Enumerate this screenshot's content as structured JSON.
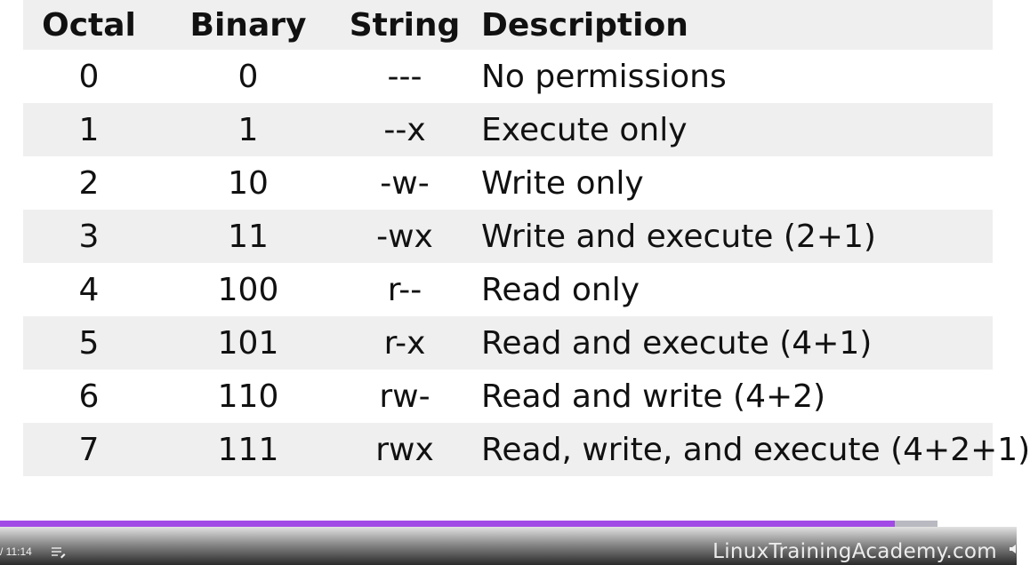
{
  "table": {
    "headers": {
      "octal": "Octal",
      "binary": "Binary",
      "string": "String",
      "description": "Description"
    },
    "rows": [
      {
        "octal": "0",
        "binary": "0",
        "string": "---",
        "description": "No permissions"
      },
      {
        "octal": "1",
        "binary": "1",
        "string": "--x",
        "description": "Execute only"
      },
      {
        "octal": "2",
        "binary": "10",
        "string": "-w-",
        "description": "Write only"
      },
      {
        "octal": "3",
        "binary": "11",
        "string": "-wx",
        "description": "Write and execute (2+1)"
      },
      {
        "octal": "4",
        "binary": "100",
        "string": "r--",
        "description": "Read only"
      },
      {
        "octal": "5",
        "binary": "101",
        "string": "r-x",
        "description": "Read and execute (4+1)"
      },
      {
        "octal": "6",
        "binary": "110",
        "string": "rw-",
        "description": "Read and write (4+2)"
      },
      {
        "octal": "7",
        "binary": "111",
        "string": "rwx",
        "description": "Read, write, and execute (4+2+1)"
      }
    ]
  },
  "player": {
    "time_display": "/ 11:14",
    "played_fraction": 0.88,
    "buffered_fraction": 0.922,
    "watermark": "LinuxTrainingAcademy.com",
    "icons": {
      "chapters": "chapters-icon",
      "volume": "volume-icon"
    },
    "colors": {
      "progress_played": "#a24ae6",
      "progress_buffered": "#b9b9c2"
    }
  }
}
